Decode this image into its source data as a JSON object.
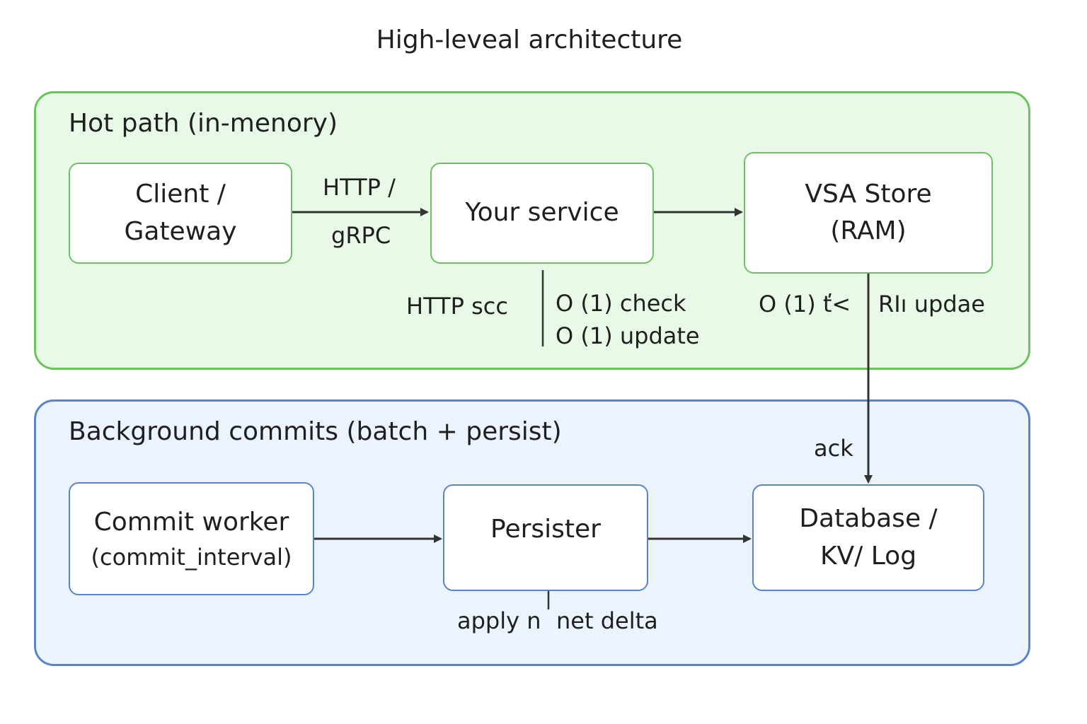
{
  "title": "High-leveal architecture",
  "hot_path": {
    "title": "Hot path (in-menory)",
    "client": {
      "line1": "Client /",
      "line2": "Gateway"
    },
    "service": {
      "label": "Your service"
    },
    "store": {
      "line1": "VSA Store",
      "line2": "(RAM)"
    },
    "edge_client_service": {
      "line1": "HTTP /",
      "line2": "gRPC"
    },
    "http_label": "HTTP scc",
    "service_notes": {
      "line1": "O (1) check",
      "line2": "O (1) update"
    },
    "store_left_note": "O (1) ť<",
    "store_right_note": "RIı updae"
  },
  "background": {
    "title": "Background commits (batch + persist)",
    "worker": {
      "line1": "Commit worker",
      "line2": "(commit_interval)"
    },
    "persister": {
      "label": "Persister"
    },
    "database": {
      "line1": "Database /",
      "line2": "KV/ Log"
    },
    "ack_label": "ack",
    "persister_note_left": "apply n",
    "persister_note_right": "net delta"
  },
  "colors": {
    "hot_fill": "#e9f9e7",
    "hot_border": "#6cc25e",
    "bg_fill": "#ebf3fd",
    "bg_border": "#5b83c9",
    "arrow": "#333333"
  }
}
